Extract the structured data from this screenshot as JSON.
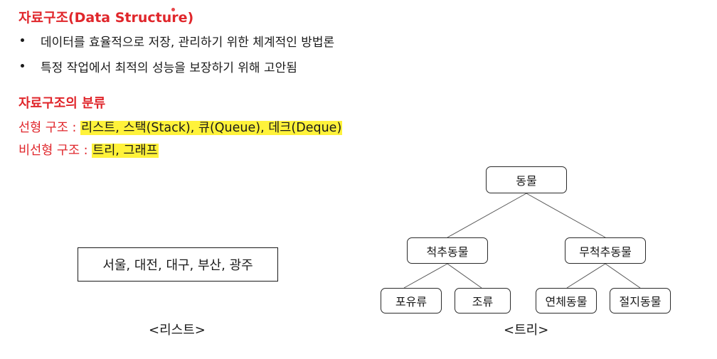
{
  "title": "자료구조(Data Structure)",
  "bullets": [
    "데이터를 효율적으로 저장, 관리하기 위한 체계적인 방법론",
    "특정 작업에서 최적의 성능을 보장하기 위해 고안됨"
  ],
  "classification": {
    "heading": "자료구조의 분류",
    "linear": {
      "label": "선형 구조 : ",
      "items": "리스트, 스택(Stack), 큐(Queue), 데크(Deque)"
    },
    "nonlinear": {
      "label": "비선형 구조 : ",
      "items": "트리, 그래프"
    }
  },
  "list_example": {
    "content": "서울, 대전, 대구, 부산, 광주",
    "caption": "<리스트>"
  },
  "tree_example": {
    "root": "동물",
    "level1": [
      "척추동물",
      "무척추동물"
    ],
    "level2": [
      "포유류",
      "조류",
      "연체동물",
      "절지동물"
    ],
    "caption": "<트리>"
  },
  "colors": {
    "heading": "#e0262b",
    "highlight": "#fff23a",
    "text": "#1a1a1a"
  }
}
